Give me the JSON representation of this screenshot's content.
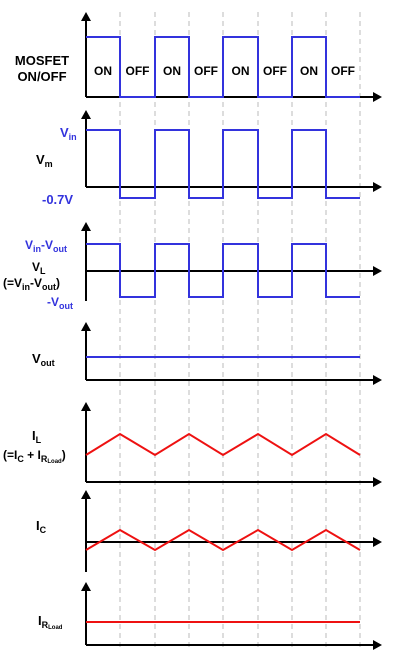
{
  "colors": {
    "axis": "#000000",
    "voltage": "#3333dd",
    "current": "#ee1111",
    "grid": "#bbbbbb",
    "label": "#000000"
  },
  "mosfet": {
    "label_line1": "MOSFET",
    "label_line2": "ON/OFF",
    "states": [
      "ON",
      "OFF",
      "ON",
      "OFF",
      "ON",
      "OFF",
      "ON",
      "OFF"
    ]
  },
  "vm": {
    "label_main": "V",
    "label_sub": "m",
    "high_main": "V",
    "high_sub": "in",
    "low_label": "-0.7V"
  },
  "vl": {
    "high_main": "V",
    "high_sub1": "in",
    "high_dash": "-V",
    "high_sub2": "out",
    "label_main": "V",
    "label_sub": "L",
    "eq_open": "(=V",
    "eq_sub1": "in",
    "eq_dash": "-V",
    "eq_sub2": "out",
    "eq_close": ")",
    "low_main": "-V",
    "low_sub": "out"
  },
  "vout": {
    "label_main": "V",
    "label_sub": "out"
  },
  "il": {
    "label_main": "I",
    "label_sub": "L",
    "eq_open": "(=I",
    "eq_sub1": "C",
    "eq_plus": " + I",
    "eq_sub2": "R",
    "eq_sub3": "Load",
    "eq_close": ")"
  },
  "ic": {
    "label_main": "I",
    "label_sub": "C"
  },
  "irload": {
    "label_main": "I",
    "label_sub": "R",
    "label_subsub": "Load"
  }
}
